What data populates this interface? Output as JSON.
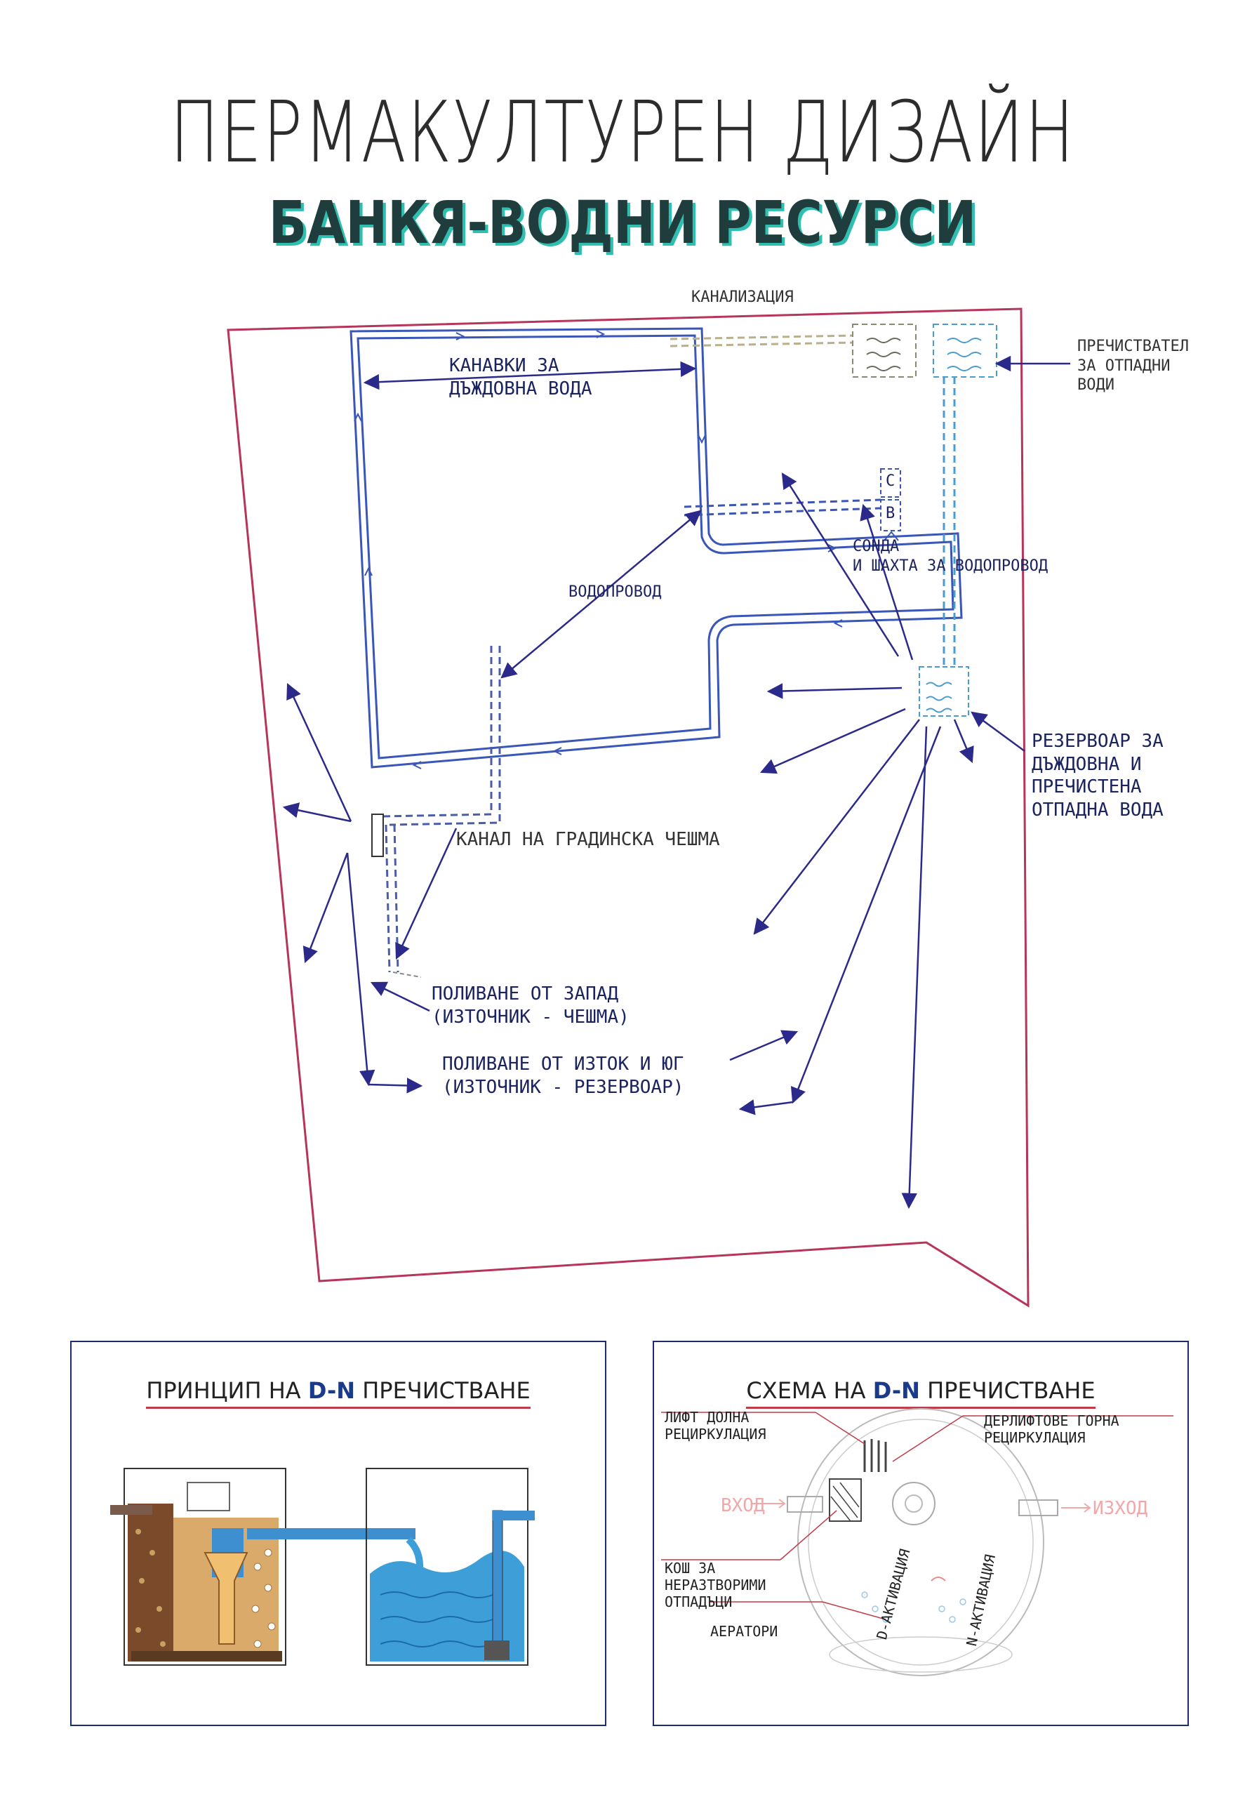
{
  "title": "ПЕРМАКУЛТУРЕН ДИЗАЙН",
  "subtitle": "БАНКЯ-ВОДНИ РЕСУРСИ",
  "site_plan": {
    "labels": {
      "sewer": "КАНАЛИЗАЦИЯ",
      "rain_gutters": "КАНАВКИ ЗА\nДЪЖДОВНА ВОДА",
      "wastewater_treatment": "ПРЕЧИСТВАТЕЛ\nЗА ОТПАДНИ\nВОДИ",
      "probe_shaft": "СОНДА\nИ ШАХТА ЗА ВОДОПРОВОД",
      "water_main": "ВОДОПРОВОД",
      "tank": "РЕЗЕРВОАР ЗА\nДЪЖДОВНА И\nПРЕЧИСТЕНА\nОТПАДНА ВОДА",
      "garden_tap": "КАНАЛ НА ГРАДИНСКА ЧЕШМА",
      "water_west": "ПОЛИВАНЕ ОТ ЗАПАД\n(ИЗТОЧНИК - ЧЕШМА)",
      "water_east": "ПОЛИВАНЕ ОТ ИЗТОК И ЮГ\n(ИЗТОЧНИК - РЕЗЕРВОАР)",
      "shaft_c": "C",
      "shaft_b": "B"
    }
  },
  "panel_principle": {
    "title_prefix": "ПРИНЦИП НА ",
    "title_dn": "D-N",
    "title_suffix": " ПРЕЧИСТВАНЕ"
  },
  "panel_scheme": {
    "title_prefix": "СХЕМА НА ",
    "title_dn": "D-N",
    "title_suffix": " ПРЕЧИСТВАНЕ",
    "labels": {
      "lift_lower": "ЛИФТ ДОЛНА\nРЕЦИРКУЛАЦИЯ",
      "airlift_upper": "ДЕРЛИФТОВЕ ГОРНА\nРЕЦИРКУЛАЦИЯ",
      "inlet": "ВХОД",
      "outlet": "ИЗХОД",
      "basket": "КОШ ЗА\nНЕРАЗТВОРИМИ\nОТПАДЪЦИ",
      "aerators": "АЕРАТОРИ",
      "d_activation": "D-АКТИВАЦИЯ",
      "n_activation": "N-АКТИВАЦИЯ"
    }
  },
  "colors": {
    "boundary": "#b7345a",
    "pipe": "#3a56b8",
    "arrow": "#2b2a8a",
    "teal": "#2fbfb0",
    "panel_border": "#1c2c6e"
  }
}
